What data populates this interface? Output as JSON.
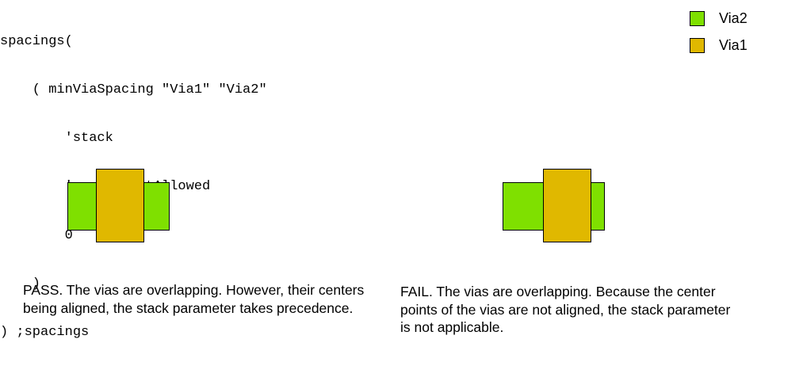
{
  "code": {
    "lines": [
      "spacings(",
      "    ( minViaSpacing \"Via1\" \"Via2\"",
      "        'stack",
      "        'overlapNotAllowed",
      "        0",
      "    )",
      ") ;spacings"
    ]
  },
  "legend": {
    "items": [
      {
        "label": "Via2",
        "color": "#7fe000"
      },
      {
        "label": "Via1",
        "color": "#e0b800"
      }
    ]
  },
  "examples": {
    "pass": {
      "caption": "PASS. The vias are overlapping. However, their centers being aligned, the stack parameter takes precedence."
    },
    "fail": {
      "caption": "FAIL. The vias are overlapping. Because the center points of the vias are not aligned, the stack parameter is not applicable."
    }
  }
}
